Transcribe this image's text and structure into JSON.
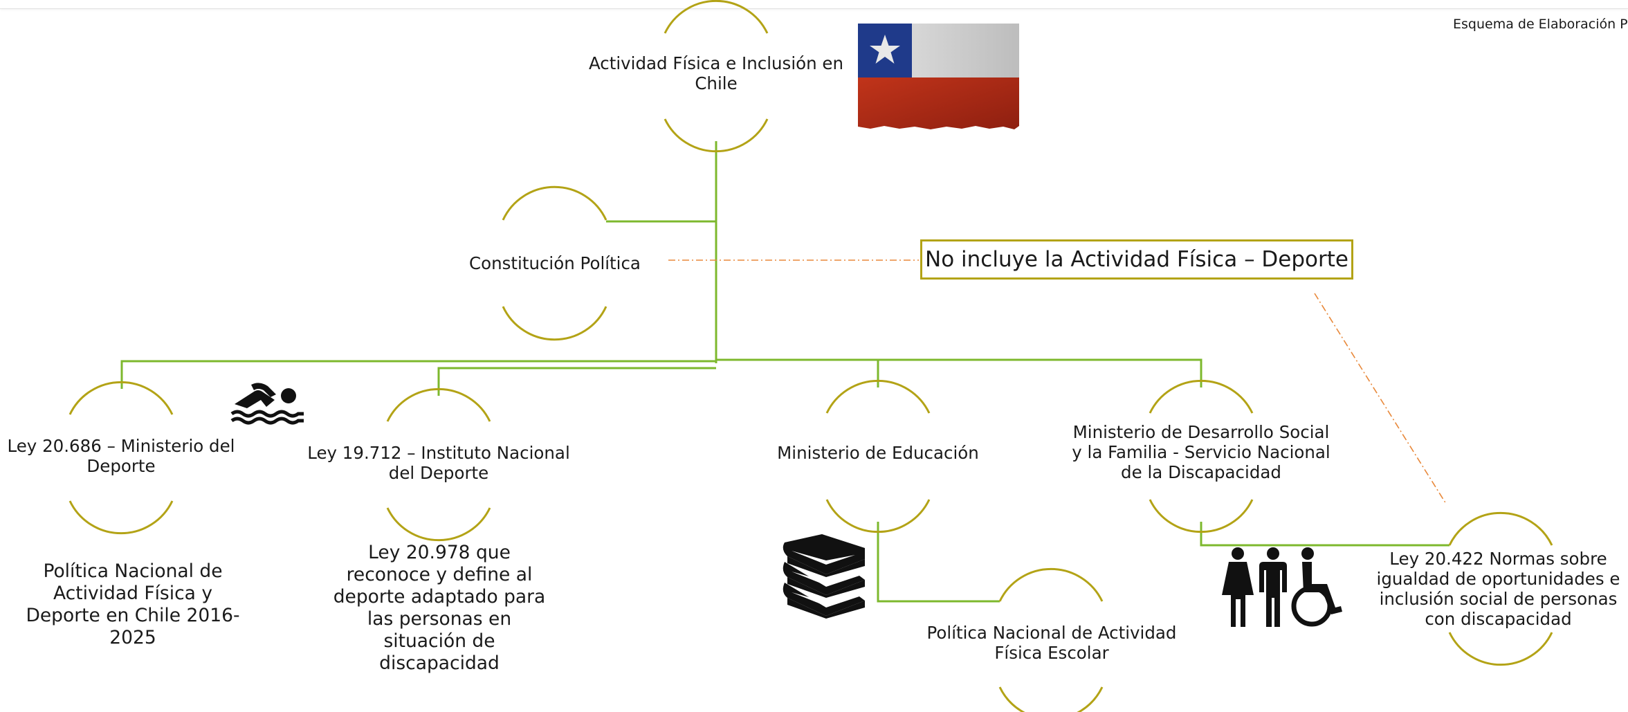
{
  "header_note": "Esquema de Elaboración P",
  "root": {
    "label": "Actividad Física e Inclusión en Chile"
  },
  "constitution": {
    "label": "Constitución Política"
  },
  "note": {
    "label": "No incluye la Actividad Física – Deporte"
  },
  "branches": [
    {
      "id": "ley-20686",
      "label": "Ley 20.686 – Ministerio del Deporte",
      "sub_label": "Política Nacional de Actividad Física y Deporte en Chile 2016-2025"
    },
    {
      "id": "ley-19712",
      "label": "Ley 19.712 – Instituto Nacional del Deporte",
      "sub_label": "Ley 20.978 que reconoce y  define al deporte adaptado para las personas en situación de discapacidad"
    },
    {
      "id": "mineduc",
      "label": "Ministerio de Educación",
      "sub_label": "Política Nacional de Actividad Física Escolar"
    },
    {
      "id": "desarrollo-social",
      "label": "Ministerio de Desarrollo Social y la Familia - Servicio Nacional de la Discapacidad",
      "sub_label": "Ley 20.422 Normas sobre igualdad de oportunidades e inclusión social de personas con discapacidad"
    }
  ],
  "icons": [
    "chile-flag-icon",
    "swimmer-icon",
    "books-icon",
    "people-accessibility-icon"
  ],
  "colors": {
    "connector": "#7db82d",
    "node_arc": "#b3a316",
    "dashed_link": "#e8883a"
  }
}
